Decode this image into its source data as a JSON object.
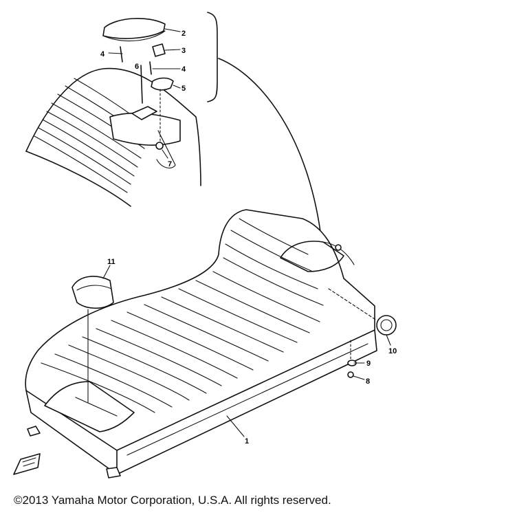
{
  "diagram": {
    "callouts": {
      "p1": "1",
      "p2": "2",
      "p3": "3",
      "p4a": "4",
      "p4b": "4",
      "p5": "5",
      "p6": "6",
      "p7": "7",
      "p8": "8",
      "p9": "9",
      "p10": "10",
      "p11": "11"
    },
    "icons": [
      "fwd-arrow-icon"
    ]
  },
  "footer": {
    "copyright": "©2013 Yamaha Motor Corporation, U.S.A. All rights reserved."
  }
}
